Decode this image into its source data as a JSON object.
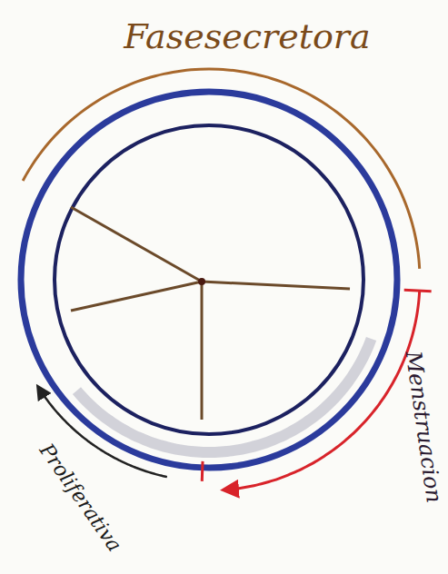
{
  "diagram": {
    "labels": [
      "Fasesecretora",
      "Menstruacion",
      "Proliferativa"
    ]
  }
}
